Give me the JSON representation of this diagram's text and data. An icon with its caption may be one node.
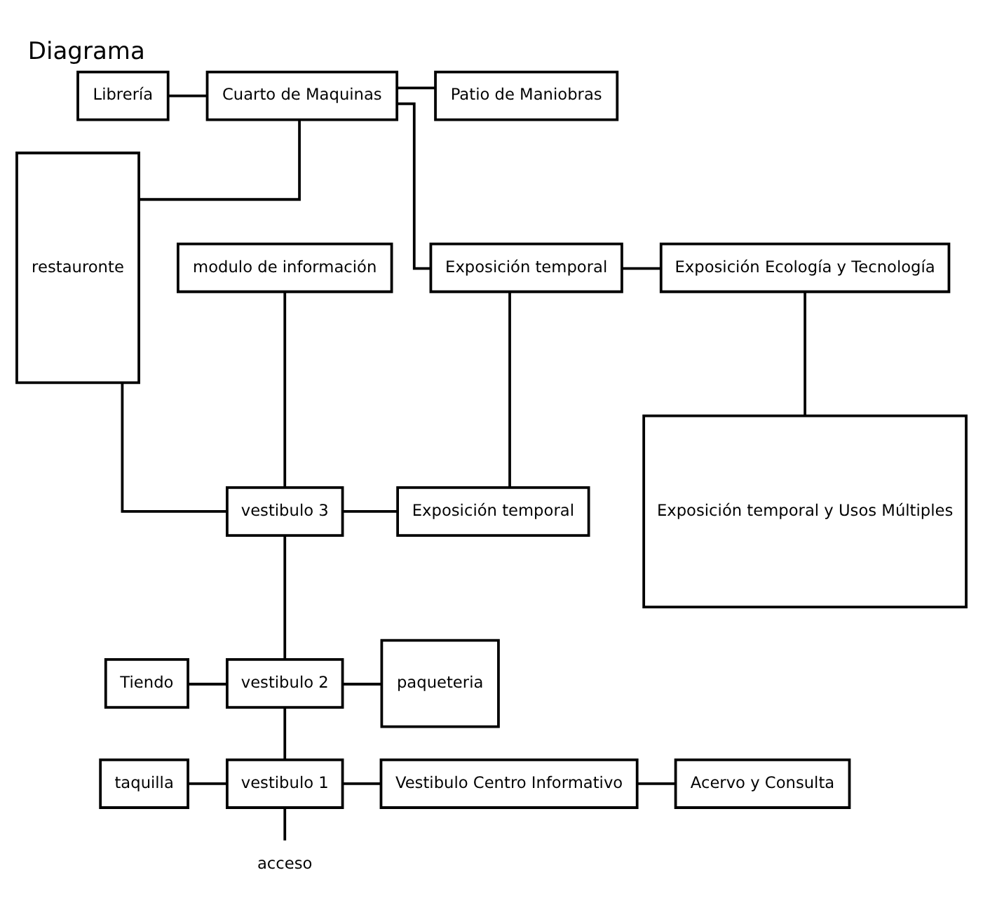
{
  "diagram": {
    "title": "Diagrama",
    "nodes": [
      {
        "text": [
          "Librería"
        ]
      },
      {
        "text": [
          "Cuarto de Maquinas"
        ]
      },
      {
        "text": [
          "Patio de Maniobras"
        ]
      },
      {
        "text": [
          "restauronte"
        ]
      },
      {
        "text": [
          "Exposición temporal"
        ]
      },
      {
        "text": [
          "Exposición Ecología y Tecnología"
        ]
      },
      {
        "text": [
          "Exposición temporal"
        ]
      },
      {
        "text": [
          "Exposición temporal y Usos Múltiples"
        ]
      },
      {
        "text": [
          "modulo de información"
        ]
      },
      {
        "text": [
          "vestibulo 3"
        ]
      },
      {
        "text": [
          "Tiendo"
        ]
      },
      {
        "text": [
          "vestibulo 2"
        ]
      },
      {
        "text": [
          "paqueteria"
        ]
      },
      {
        "text": [
          "taquilla"
        ]
      },
      {
        "text": [
          "vestibulo 1"
        ]
      },
      {
        "text": [
          "Vestibulo Centro Informativo"
        ]
      },
      {
        "text": [
          "Acervo y Consulta"
        ]
      },
      {
        "text": [
          "acceso"
        ]
      }
    ],
    "edges": [
      {
        "from": 0,
        "to": 1,
        "arrow": "none"
      },
      {
        "from": 1,
        "to": 2,
        "arrow": "none"
      },
      {
        "from": 3,
        "to": 1,
        "arrow": "none"
      },
      {
        "from": 1,
        "to": 4,
        "arrow": "none"
      },
      {
        "from": 4,
        "to": 5,
        "arrow": "none"
      },
      {
        "from": 4,
        "to": 6,
        "arrow": "none"
      },
      {
        "from": 5,
        "to": 7,
        "arrow": "none"
      },
      {
        "from": 3,
        "to": 9,
        "arrow": "none"
      },
      {
        "from": 9,
        "to": 6,
        "arrow": "none"
      },
      {
        "from": 8,
        "to": 9,
        "arrow": "none"
      },
      {
        "from": 9,
        "to": 11,
        "arrow": "none"
      },
      {
        "from": 10,
        "to": 11,
        "arrow": "none"
      },
      {
        "from": 11,
        "to": 12,
        "arrow": "none"
      },
      {
        "from": 11,
        "to": 14,
        "arrow": "none"
      },
      {
        "from": 13,
        "to": 14,
        "arrow": "none"
      },
      {
        "from": 14,
        "to": 15,
        "arrow": "none"
      },
      {
        "from": 15,
        "to": 16,
        "arrow": "none"
      },
      {
        "from": 14,
        "to": 17,
        "arrow": "none"
      }
    ]
  }
}
